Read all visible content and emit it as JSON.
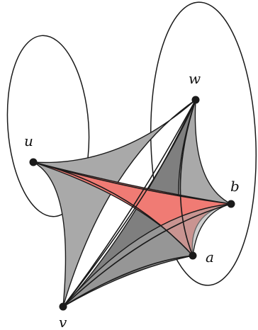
{
  "figure": {
    "vertices": {
      "u": "u",
      "w": "w",
      "b": "b",
      "a": "a",
      "v": "v"
    },
    "colors": {
      "gray_face": "#a9a9a9",
      "dark_face": "#7f7f7f",
      "red_face": "#f07b74",
      "stroke": "#1a1a1a"
    }
  }
}
